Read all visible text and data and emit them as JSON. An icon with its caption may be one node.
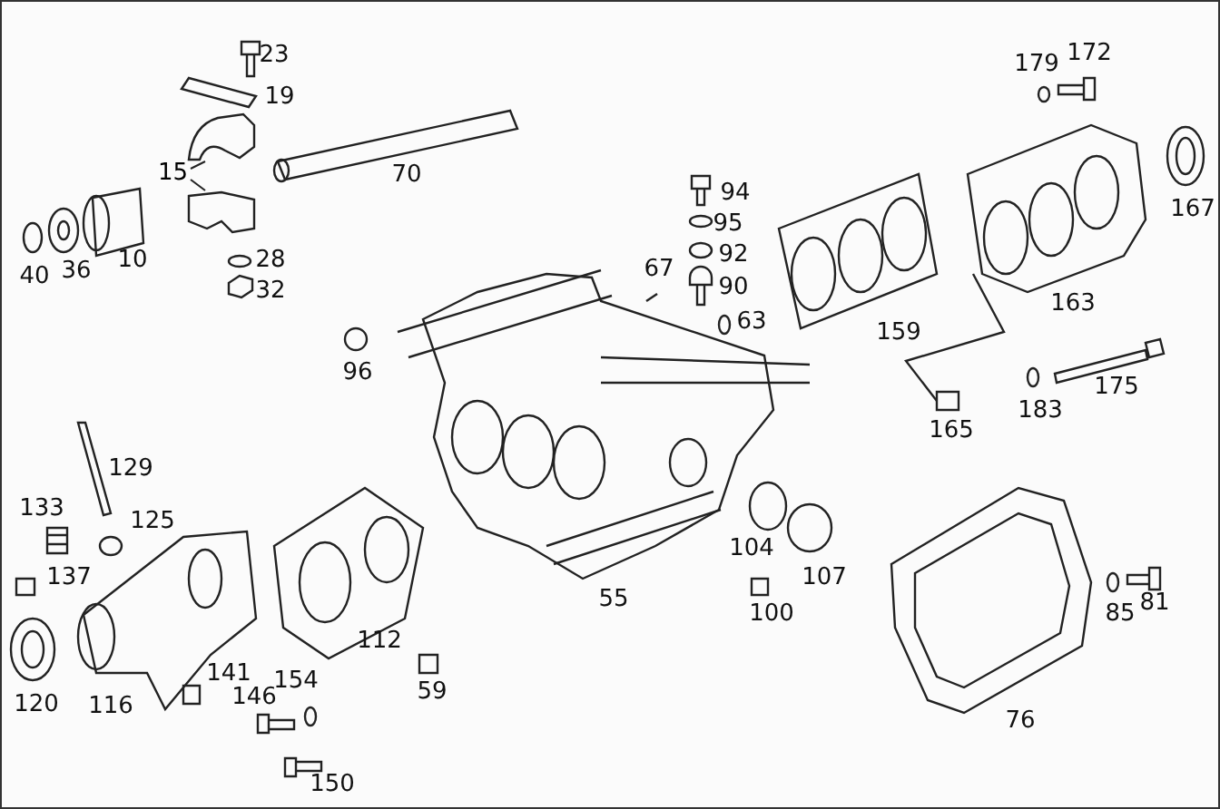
{
  "diagram": {
    "nodes": [
      {
        "text": [
          "15"
        ]
      },
      {
        "text": [],
        "shape": "picture"
      },
      {
        "text": [],
        "shape": "picture"
      }
    ],
    "edges": [
      {
        "from": 0,
        "to": 1,
        "arrow": "none"
      },
      {
        "from": 0,
        "to": 2,
        "arrow": "none"
      }
    ],
    "labels": [
      "23",
      "179",
      "172",
      "19",
      "70",
      "94",
      "167",
      "95",
      "40",
      "36",
      "10",
      "92",
      "28",
      "67",
      "32",
      "90",
      "63",
      "159",
      "163",
      "96",
      "175",
      "183",
      "165",
      "129",
      "104",
      "133",
      "125",
      "107",
      "137",
      "55",
      "100",
      "85",
      "81",
      "112",
      "120",
      "116",
      "141",
      "59",
      "146",
      "154",
      "76",
      "150"
    ]
  }
}
